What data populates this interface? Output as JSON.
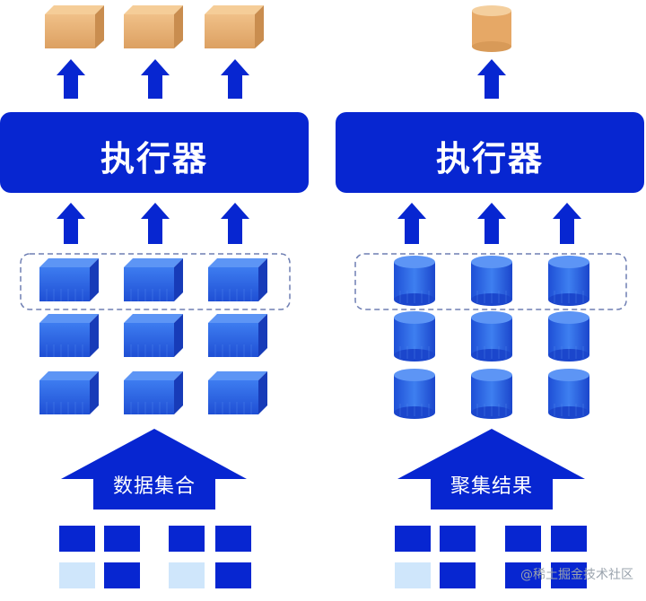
{
  "colors": {
    "primary_blue": "#0726d1",
    "cube_blue": "#2a5fe0",
    "output_orange": "#e8b070",
    "light_square": "#cfe6fb",
    "dashed_border": "#6f7fb3"
  },
  "left_panel": {
    "executor_label": "执行器",
    "house_label": "数据集合"
  },
  "right_panel": {
    "executor_label": "执行器",
    "house_label": "聚集结果"
  },
  "watermark": "@稀土掘金技术社区"
}
